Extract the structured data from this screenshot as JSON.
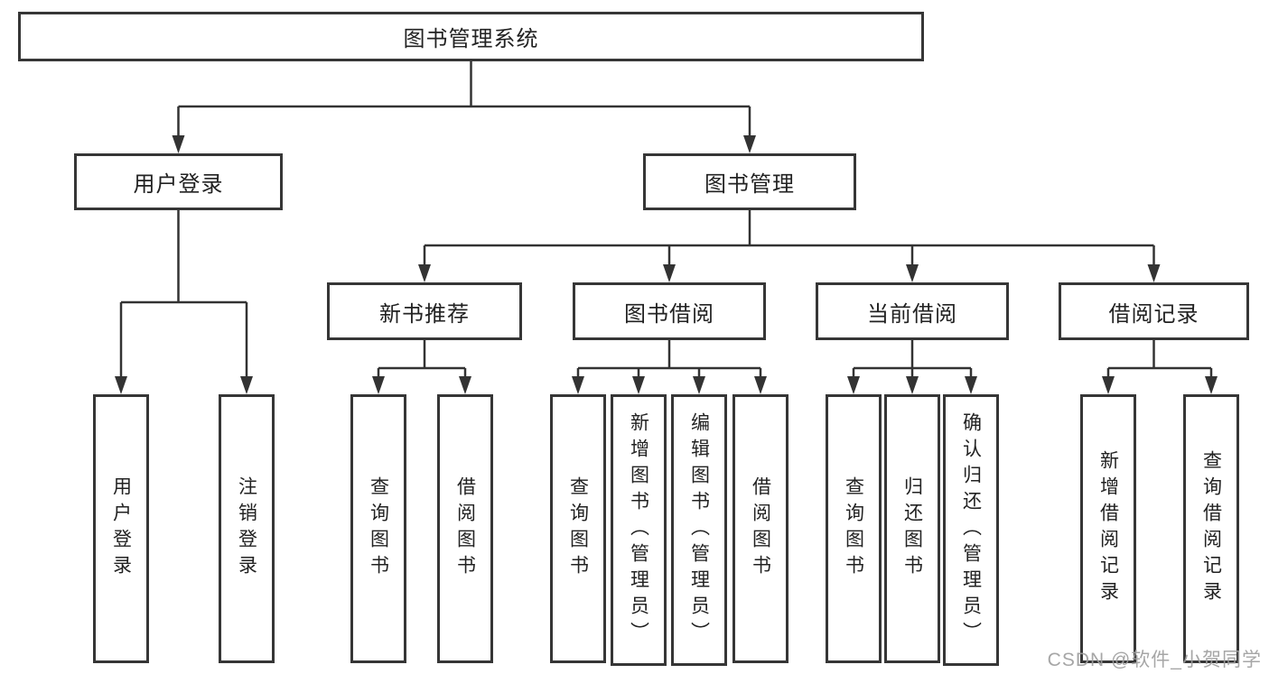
{
  "diagram": {
    "root": {
      "label": "图书管理系统"
    },
    "branches": [
      {
        "label": "用户登录",
        "children": [
          {
            "label": "用户登录"
          },
          {
            "label": "注销登录"
          }
        ]
      },
      {
        "label": "图书管理",
        "children": [
          {
            "label": "新书推荐",
            "children": [
              {
                "label": "查询图书"
              },
              {
                "label": "借阅图书"
              }
            ]
          },
          {
            "label": "图书借阅",
            "children": [
              {
                "label": "查询图书"
              },
              {
                "label": "新增图书（管理员）"
              },
              {
                "label": "编辑图书（管理员）"
              },
              {
                "label": "借阅图书"
              }
            ]
          },
          {
            "label": "当前借阅",
            "children": [
              {
                "label": "查询图书"
              },
              {
                "label": "归还图书"
              },
              {
                "label": "确认归还（管理员）"
              }
            ]
          },
          {
            "label": "借阅记录",
            "children": [
              {
                "label": "新增借阅记录"
              },
              {
                "label": "查询借阅记录"
              }
            ]
          }
        ]
      }
    ],
    "watermark": "CSDN @软件_小贺同学",
    "colors": {
      "line": "#333333",
      "box_border": "#363636",
      "text": "#222222",
      "watermark": "#9e9e9e"
    }
  }
}
